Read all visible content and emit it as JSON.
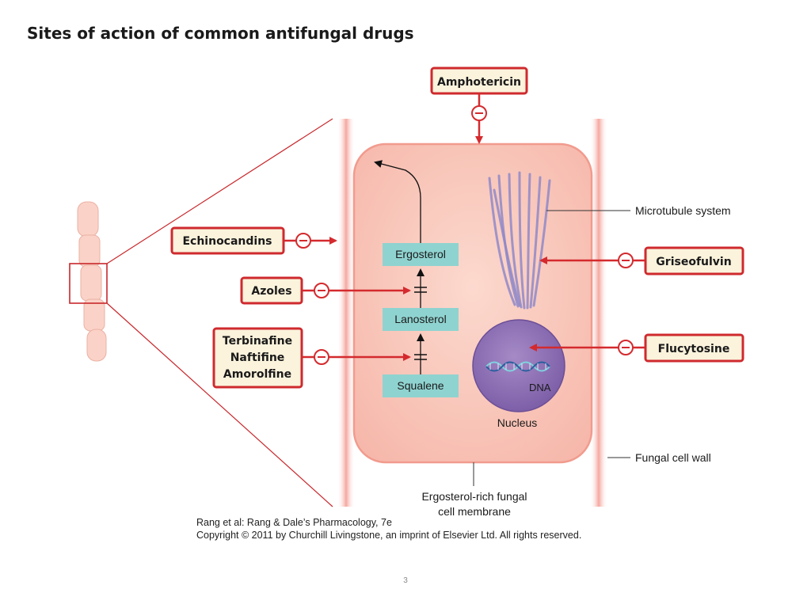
{
  "slide": {
    "title": "Sites of action of common antifungal drugs",
    "page_number": "3"
  },
  "drugs": {
    "amphotericin": "Amphotericin",
    "echinocandins": "Echinocandins",
    "azoles": "Azoles",
    "allylamines": [
      "Terbinafine",
      "Naftifine",
      "Amorolfine"
    ],
    "griseofulvin": "Griseofulvin",
    "flucytosine": "Flucytosine"
  },
  "pathway": {
    "ergosterol": "Ergosterol",
    "lanosterol": "Lanosterol",
    "squalene": "Squalene"
  },
  "labels": {
    "microtubule_system": "Microtubule system",
    "fungal_cell_wall": "Fungal cell wall",
    "membrane_line1": "Ergosterol-rich fungal",
    "membrane_line2": "cell membrane",
    "dna": "DNA",
    "nucleus": "Nucleus"
  },
  "credit": {
    "line1": "Rang et al: Rang & Dale’s Pharmacology, 7e",
    "line2": "Copyright © 2011 by Churchill Livingstone, an imprint of Elsevier Ltd. All rights reserved."
  },
  "colors": {
    "drug_box_border": "#cf2a2e",
    "drug_box_fill": "#fbf3dc",
    "inhibition_arrow": "#d42a2e",
    "pathway_box_fill": "#8fd3d0",
    "cell_fill": "#f7c2b6",
    "nucleus_fill": "#8f6fb6",
    "microtubule": "#8f88c8"
  },
  "icons": {
    "inhibition": "minus-circle-icon",
    "pathway_block": "double-bar-block-icon"
  }
}
